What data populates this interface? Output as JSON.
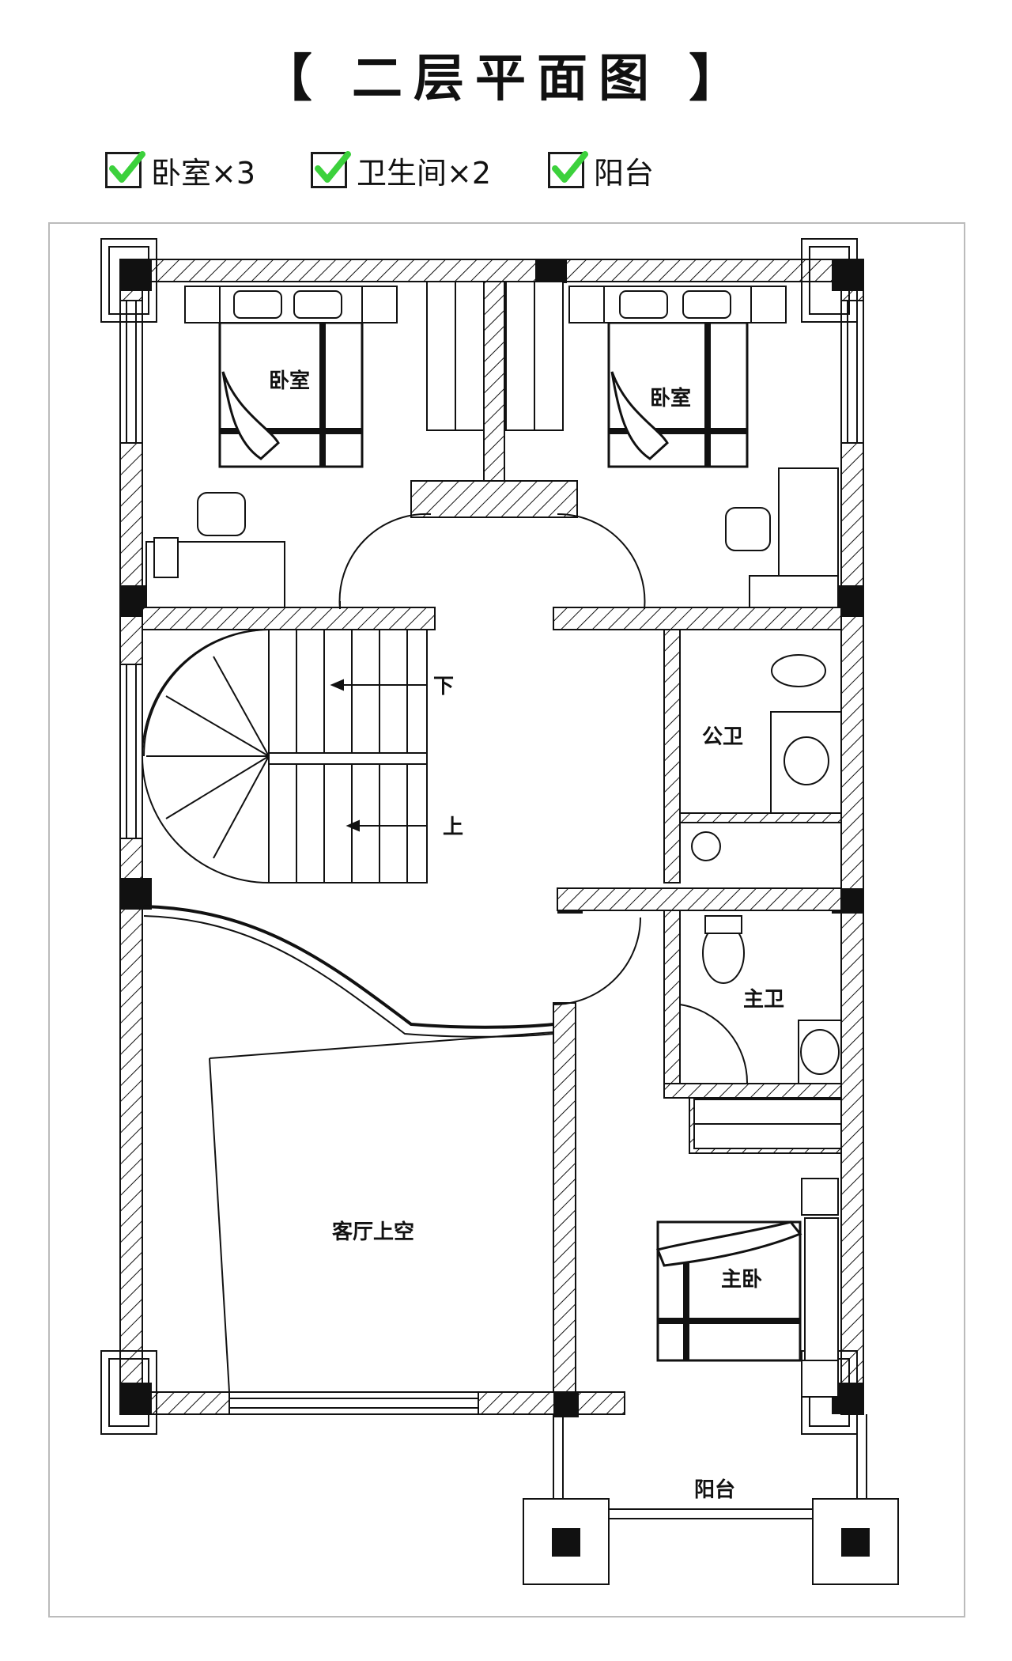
{
  "title": "【 二层平面图 】",
  "features": [
    {
      "label": "卧室×3",
      "icon": "green-check-icon"
    },
    {
      "label": "卫生间×2",
      "icon": "green-check-icon"
    },
    {
      "label": "阳台",
      "icon": "green-check-icon"
    }
  ],
  "rooms": {
    "bedroom_left": "卧室",
    "bedroom_right": "卧室",
    "public_bath": "公卫",
    "master_bath": "主卫",
    "master_bedroom": "主卧",
    "living_void": "客厅上空",
    "balcony": "阳台",
    "stair_down": "下",
    "stair_up": "上"
  },
  "colors": {
    "check": "#3cd13c",
    "wall": "#111111",
    "hatch": "#111111"
  }
}
